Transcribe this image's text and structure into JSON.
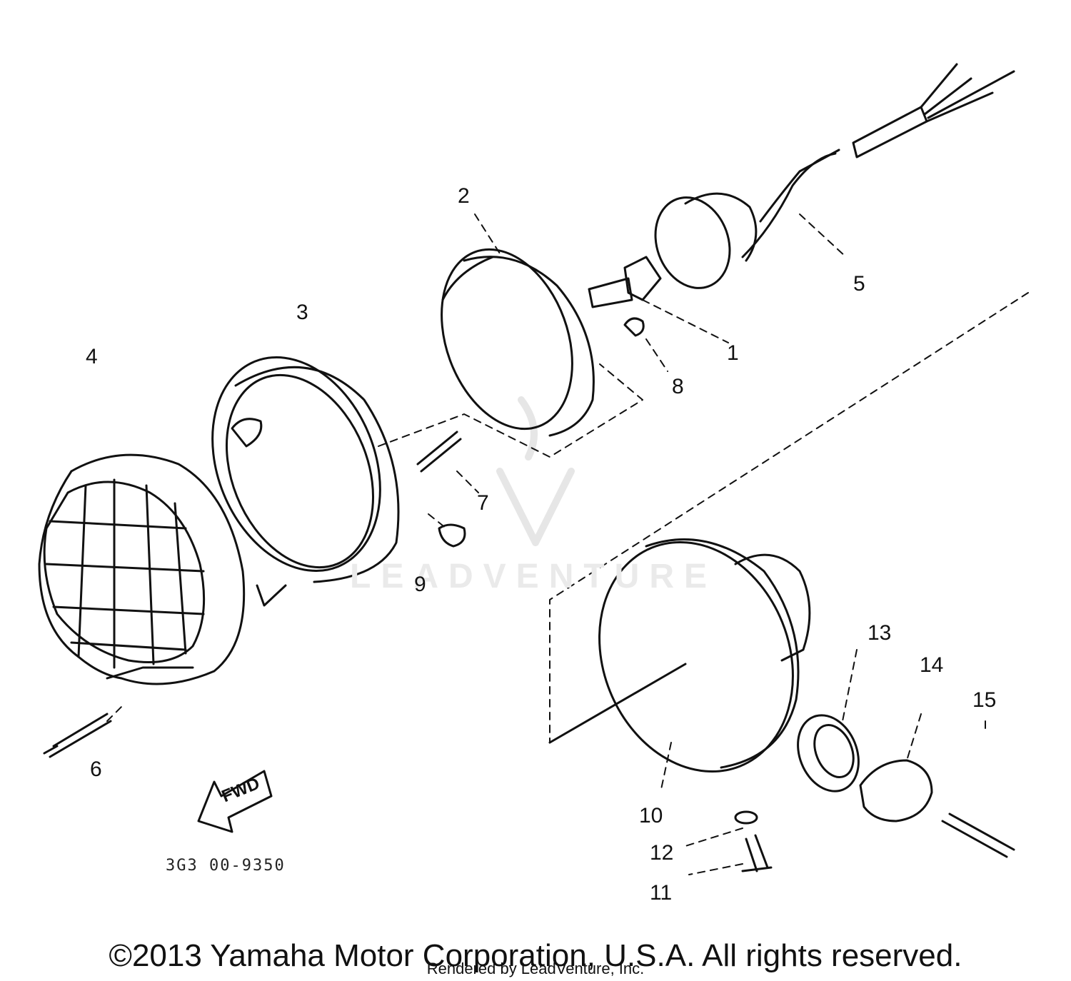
{
  "callouts": {
    "c1": "1",
    "c2": "2",
    "c3": "3",
    "c4": "4",
    "c5": "5",
    "c6": "6",
    "c7": "7",
    "c8": "8",
    "c9": "9",
    "c10": "10",
    "c11": "11",
    "c12": "12",
    "c13": "13",
    "c14": "14",
    "c15": "15"
  },
  "fwd_label": "FWD",
  "part_number": "3G3 00-9350",
  "copyright": "©2013 Yamaha Motor Corporation, U.S.A. All rights reserved.",
  "rendered_by": "Rendered by LeadVenture, Inc.",
  "watermark": "LEADVENTURE",
  "colors": {
    "line": "#111111",
    "background": "#ffffff",
    "watermark": "#eaeaea"
  }
}
